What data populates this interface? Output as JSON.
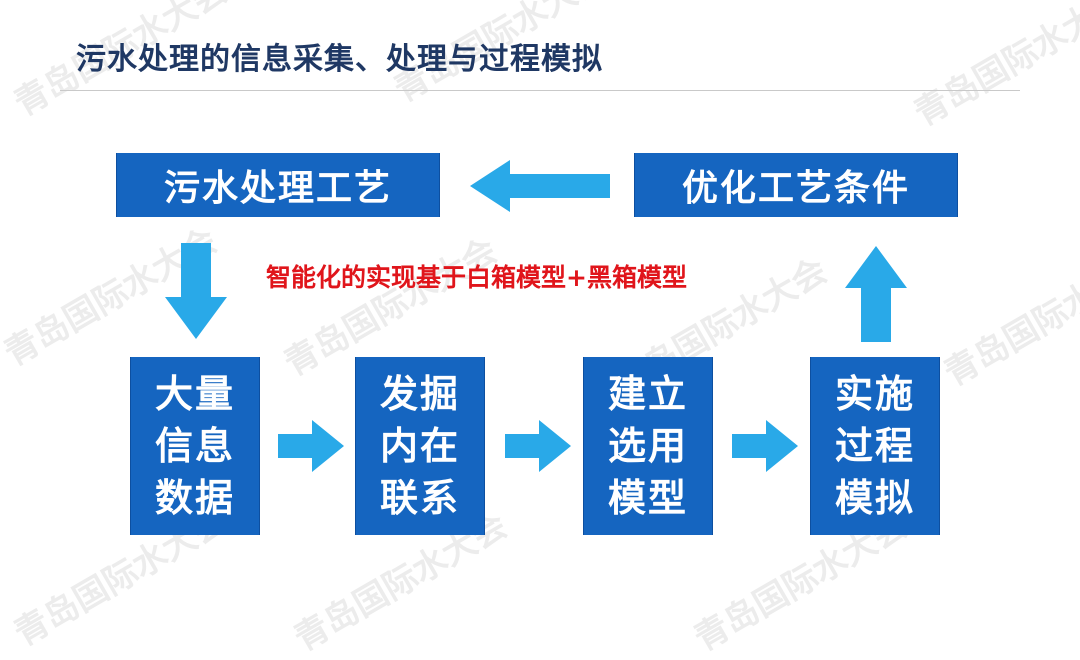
{
  "slide": {
    "title": "污水处理的信息采集、处理与过程模拟"
  },
  "diagram": {
    "subtitle": "智能化的实现基于白箱模型+黑箱模型",
    "top_left_box": "污水处理工艺",
    "top_right_box": "优化工艺条件",
    "steps": [
      "大量信息数据",
      "发掘内在联系",
      "建立选用模型",
      "实施过程模拟"
    ]
  },
  "watermark": {
    "text": "青岛国际水大会"
  },
  "colors": {
    "box_blue": "#1565c0",
    "arrow_blue": "#29a9e8",
    "title_navy": "#1f3864",
    "subtitle_red": "#e0151b"
  }
}
